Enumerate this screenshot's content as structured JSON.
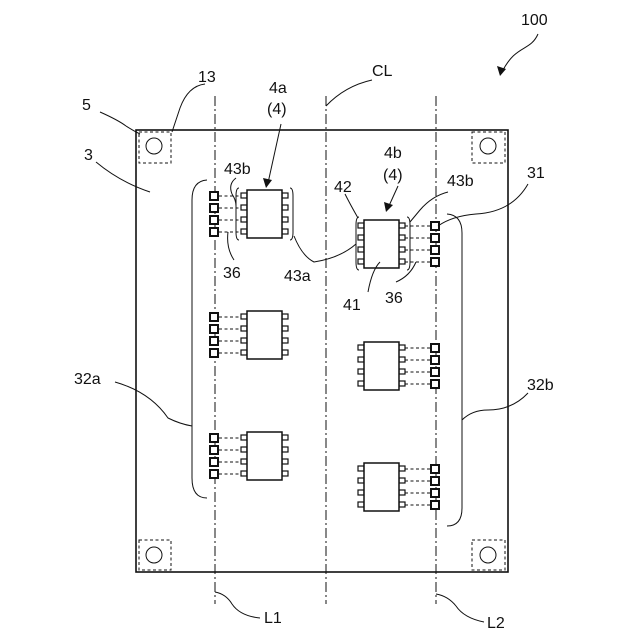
{
  "labels": {
    "ref_100": "100",
    "ref_13": "13",
    "ref_4a": "4a",
    "ref_4a_paren": "(4)",
    "ref_CL": "CL",
    "ref_5": "5",
    "ref_3": "3",
    "ref_43b_left": "43b",
    "ref_4b": "4b",
    "ref_4b_paren": "(4)",
    "ref_42": "42",
    "ref_43b_right": "43b",
    "ref_31": "31",
    "ref_36_left": "36",
    "ref_43a": "43a",
    "ref_41": "41",
    "ref_36_right": "36",
    "ref_32a": "32a",
    "ref_32b": "32b",
    "ref_L1": "L1",
    "ref_L2": "L2"
  }
}
